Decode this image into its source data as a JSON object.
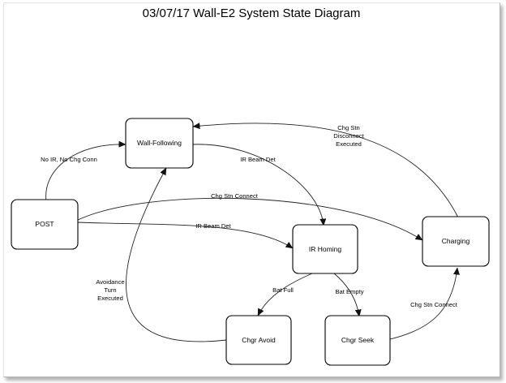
{
  "title": "03/07/17 Wall-E2 System State Diagram",
  "states": {
    "wall_following": "Wall-Following",
    "post": "POST",
    "ir_homing": "IR Homing",
    "charging": "Charging",
    "chgr_avoid": "Chgr Avoid",
    "chgr_seek": "Chgr Seek"
  },
  "transitions": {
    "post_to_wall_following": "No IR, No Chg Conn",
    "post_to_charging": "Chg Stn Connect",
    "post_to_ir_homing": "IR Beam Det",
    "wall_following_to_ir_homing": "IR Beam Det",
    "charging_to_wall_following": [
      "Chg Stn",
      "Disconnect",
      "Executed"
    ],
    "ir_homing_to_chgr_avoid": "Bat Full",
    "ir_homing_to_chgr_seek": "Bat Empty",
    "chgr_seek_to_charging": "Chg Stn Connect",
    "chgr_avoid_to_wall_following": [
      "Avoidance",
      "Turn",
      "Executed"
    ]
  }
}
